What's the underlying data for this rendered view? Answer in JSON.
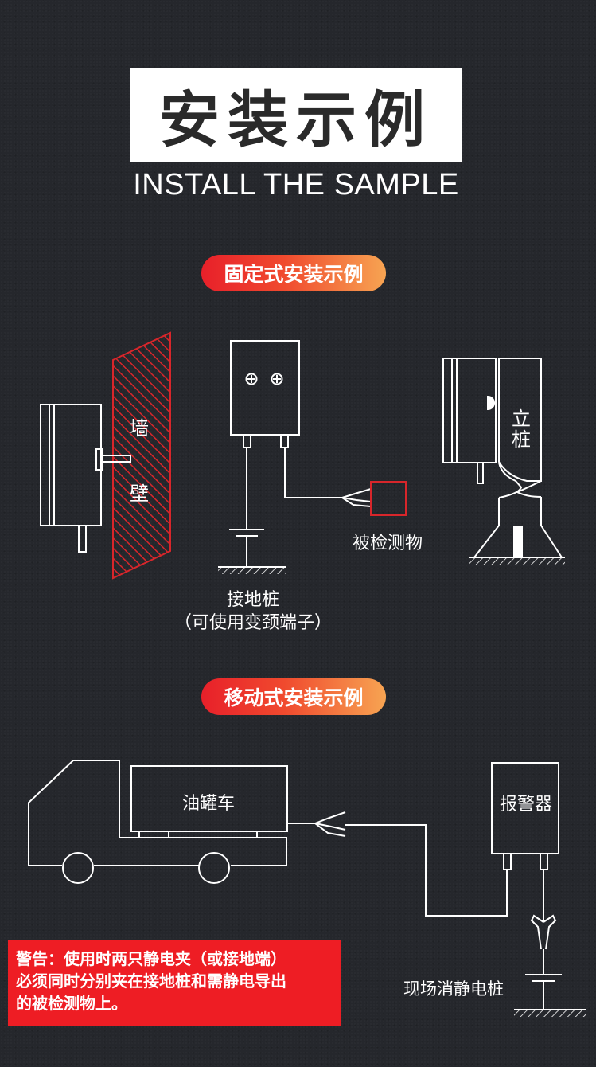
{
  "header": {
    "title": "安装示例",
    "subtitle": "INSTALL THE SAMPLE"
  },
  "sections": {
    "fixed_title": "固定式安装示例",
    "mobile_title": "移动式安装示例"
  },
  "labels": {
    "wall_1": "墙",
    "wall_2": "壁",
    "pile_1": "立",
    "pile_2": "桩",
    "test_object": "被检测物",
    "ground_pile": "接地桩",
    "ground_pile_note": "（可使用变颈端子）",
    "tanker": "油罐车",
    "alarm": "报警器",
    "static_pile": "现场消静电桩"
  },
  "warning": {
    "line1": "警告：使用时两只静电夹（或接地端）",
    "line2": "必须同时分别夹在接地桩和需静电导出",
    "line3": "的被检测物上。"
  },
  "colors": {
    "background": "#25272c",
    "line": "#ffffff",
    "accent_red": "#e8202a",
    "accent_orange": "#f7a452",
    "warning_bg": "#ee1d24"
  }
}
